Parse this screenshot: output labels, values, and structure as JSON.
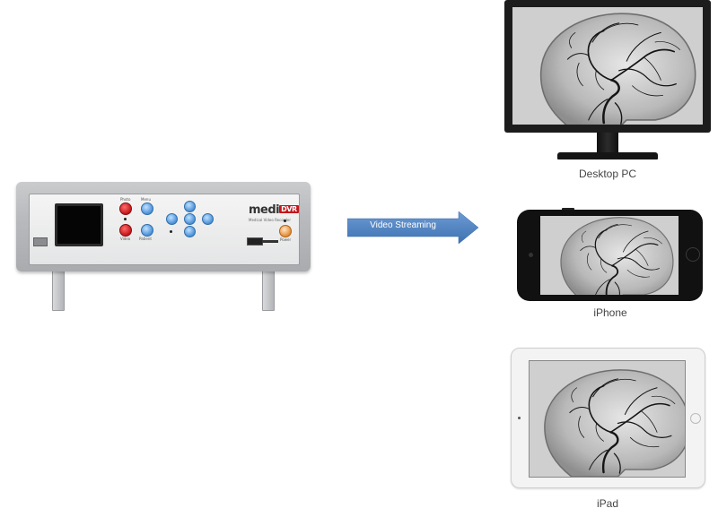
{
  "dvr": {
    "brand_prefix": "medi",
    "brand_suffix": "DVR",
    "tagline": "Medical Video Recorder",
    "buttons": {
      "photo": "Photo",
      "menu": "Menu",
      "video": "Video",
      "patient": "Patient",
      "power": "Power"
    }
  },
  "arrow": {
    "label": "Video Streaming",
    "color": "#4a7fc1"
  },
  "devices": {
    "desktop": {
      "caption": "Desktop PC"
    },
    "iphone": {
      "caption": "iPhone"
    },
    "ipad": {
      "caption": "iPad"
    }
  },
  "colors": {
    "accent_red": "#c2161b",
    "arrow_blue": "#4a7fc1",
    "caption_gray": "#444444"
  }
}
